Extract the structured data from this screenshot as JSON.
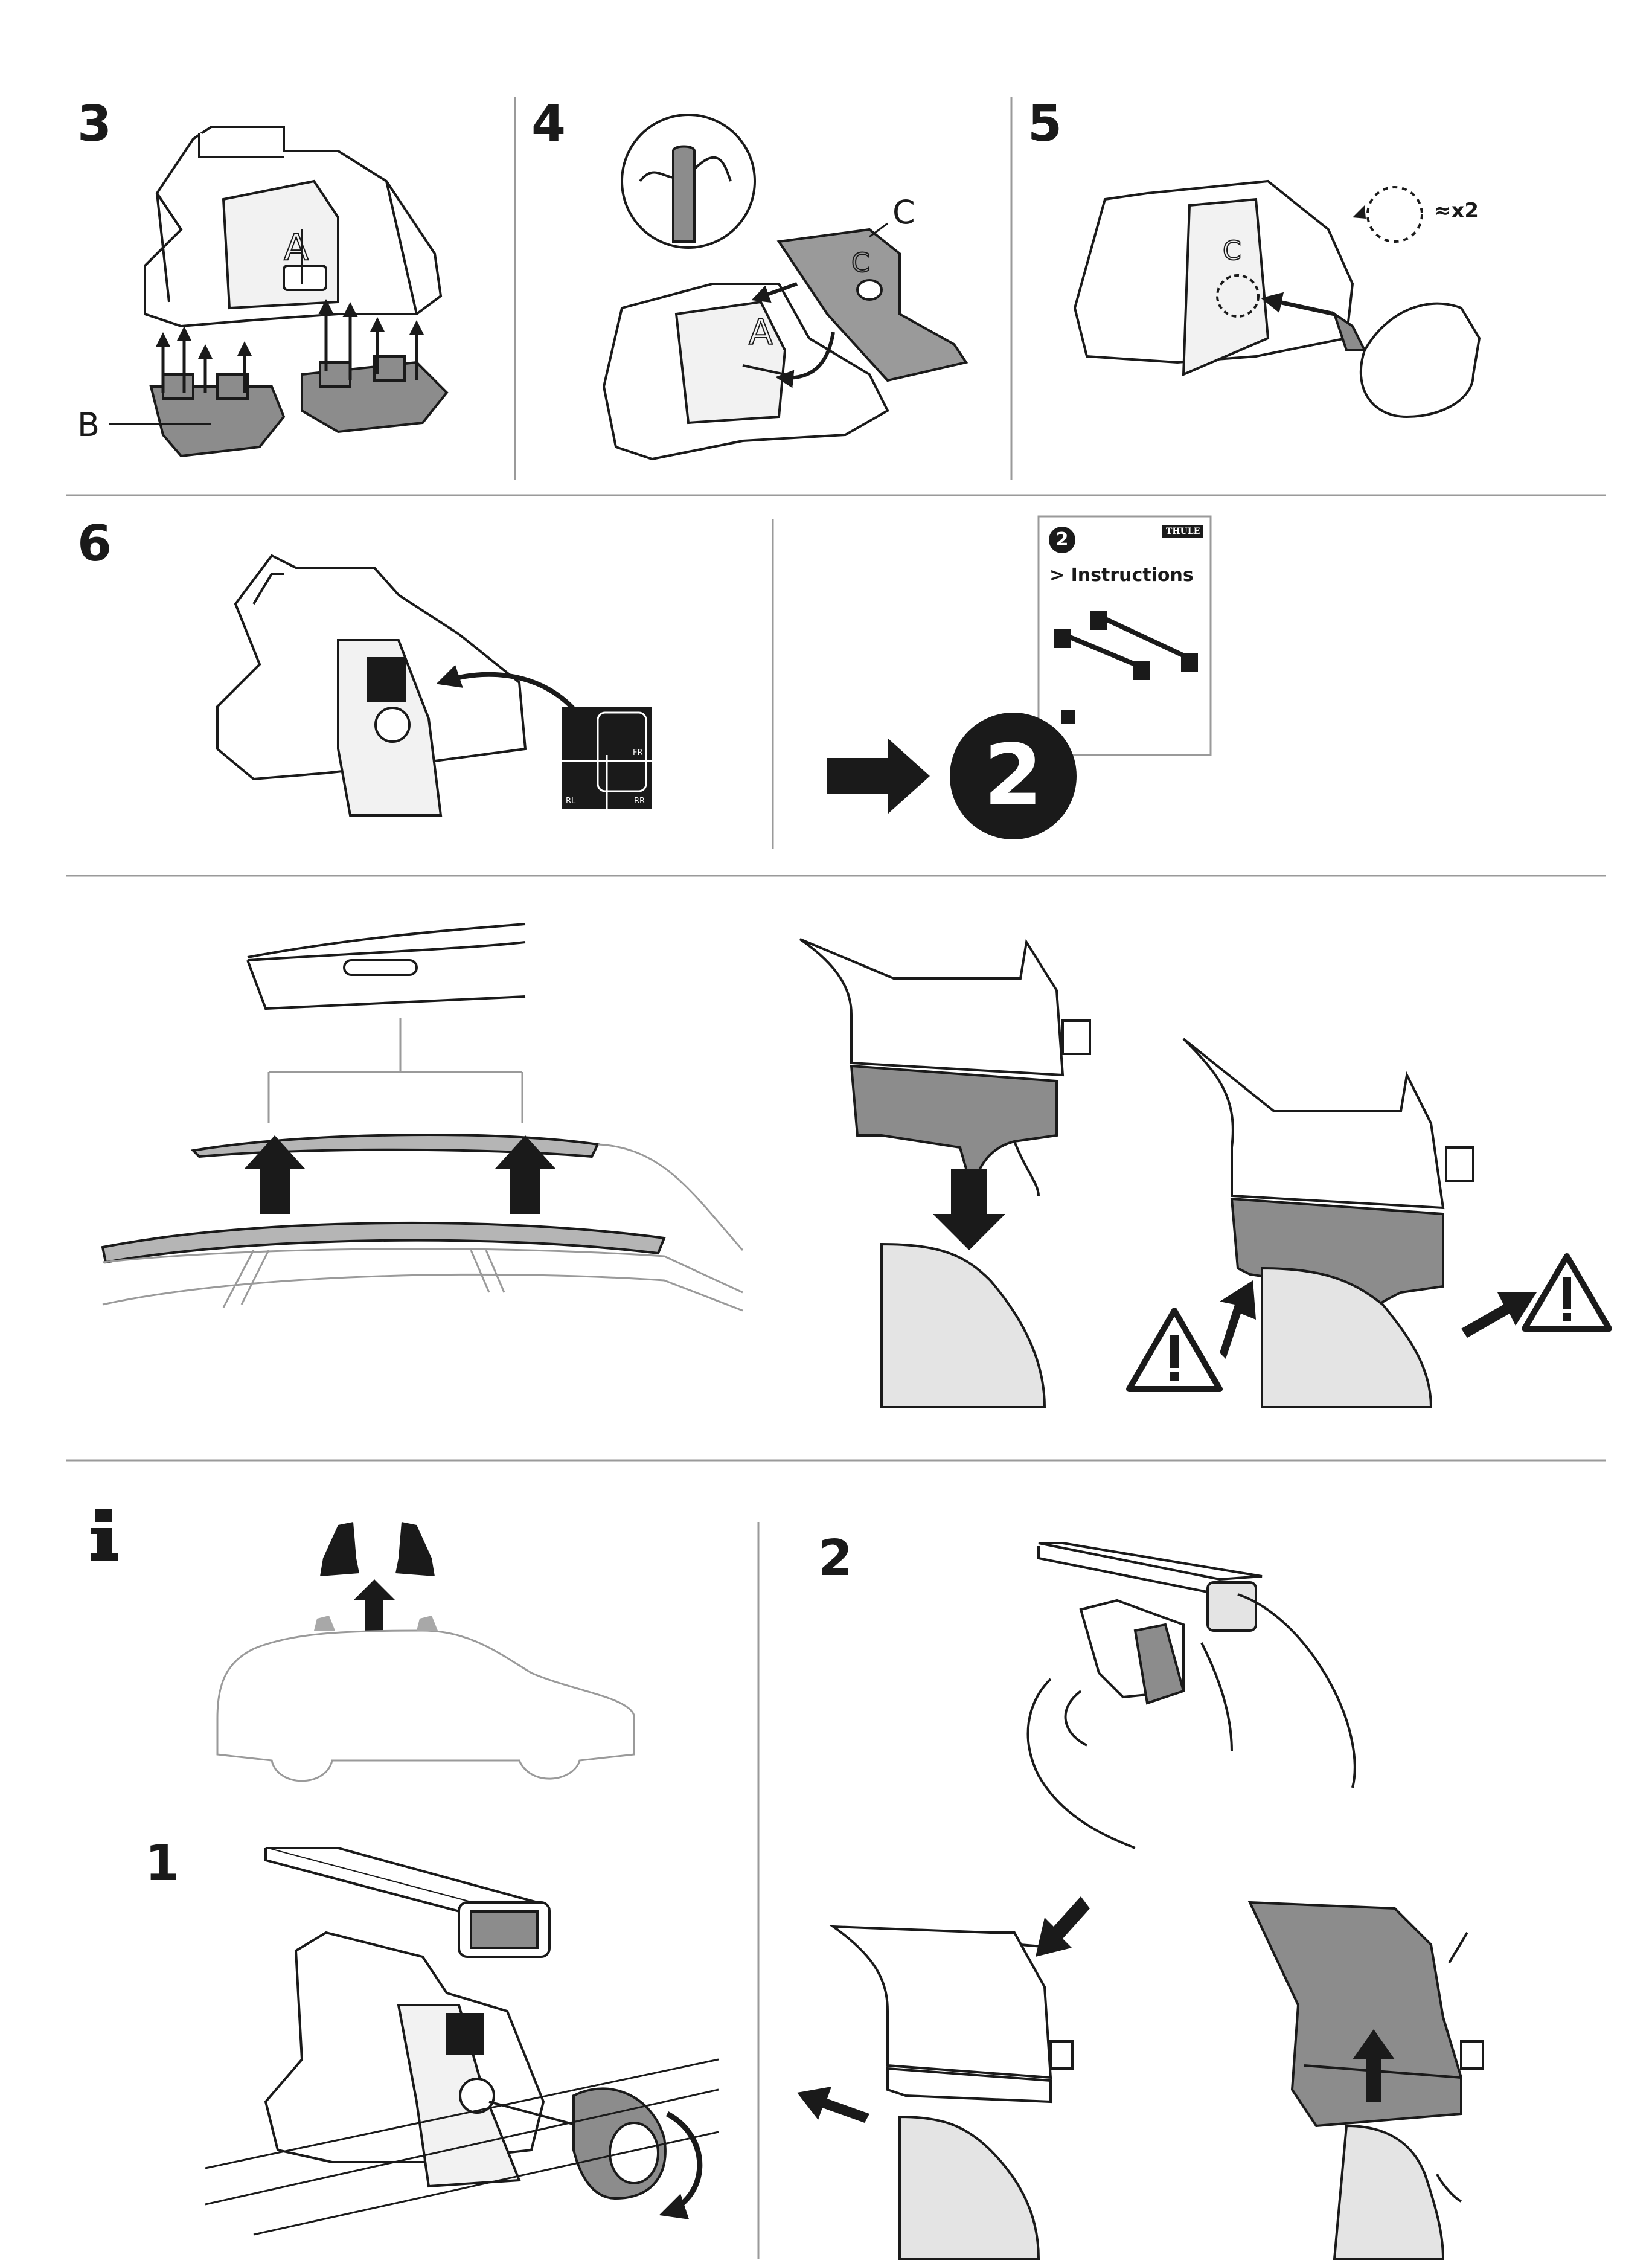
{
  "steps": {
    "s3": "3",
    "s4": "4",
    "s5": "5",
    "s6": "6",
    "info": "i",
    "s1": "1",
    "s2": "2"
  },
  "labels": {
    "a_part": "A",
    "b_part": "B",
    "c_part": "C",
    "quantity": "≈x2",
    "fr": "FR",
    "rl": "RL",
    "rr": "RR"
  },
  "reference_card": {
    "number": "2",
    "brand": "THULE",
    "heading": "> Instructions"
  },
  "goto_step": "2",
  "colors": {
    "ink": "#1a1a1a",
    "pad_gray": "#8c8c8c",
    "light_gray": "#e4e4e4",
    "rule": "#9a9a9a"
  },
  "icons": [
    "arrow-up-icon",
    "arrow-right-icon",
    "arrow-down-icon",
    "warning-icon",
    "info-icon",
    "rotate-icon"
  ]
}
